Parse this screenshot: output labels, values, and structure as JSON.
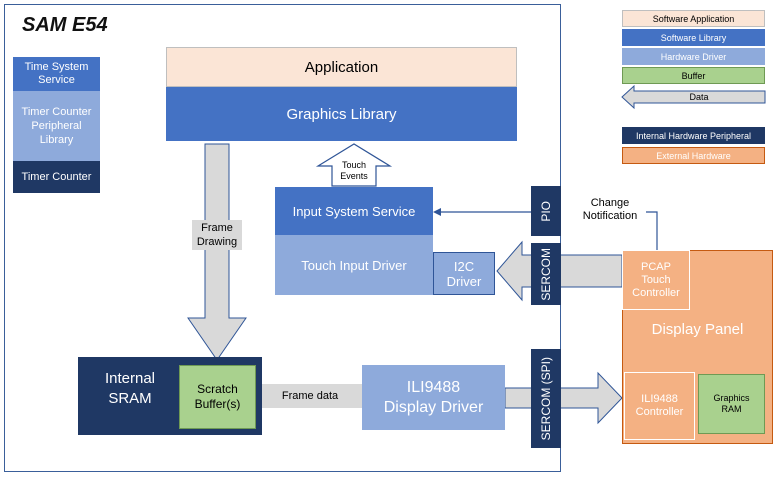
{
  "board": {
    "title": "SAM E54"
  },
  "blocks": {
    "time_system_service": "Time System Service",
    "timer_counter_plib": "Timer Counter Peripheral Library",
    "timer_counter": "Timer Counter",
    "application": "Application",
    "graphics_library": "Graphics Library",
    "touch_events": "Touch Events",
    "input_system_service": "Input System Service",
    "touch_input_driver": "Touch Input Driver",
    "i2c_driver": "I2C Driver",
    "pio": "PIO",
    "sercom": "SERCOM",
    "sercom_spi": "SERCOM (SPI)",
    "frame_drawing": "Frame Drawing",
    "internal_sram": "Internal SRAM",
    "scratch_buffer": "Scratch Buffer(s)",
    "frame_data": "Frame data",
    "ili9488_display_driver": "ILI9488 Display Driver",
    "change_notification": "Change Notification",
    "pcap_touch_controller": "PCAP Touch Controller",
    "display_panel": "Display Panel",
    "ili9488_controller": "ILI9488 Controller",
    "graphics_ram": "Graphics RAM"
  },
  "legend": {
    "software_application": "Software Application",
    "software_library": "Software Library",
    "hardware_driver": "Hardware Driver",
    "buffer": "Buffer",
    "data": "Data",
    "internal_hw_peripheral": "Internal Hardware Peripheral",
    "external_hardware": "External Hardware"
  },
  "colors": {
    "dark_navy": "#1f3864",
    "blue": "#4472c4",
    "light_blue": "#8eaadb",
    "peach": "#fbe5d6",
    "green": "#a9d18e",
    "orange": "#f4b183",
    "arrow_fill": "#d9d9d9",
    "arrow_outline": "#2f5597"
  }
}
